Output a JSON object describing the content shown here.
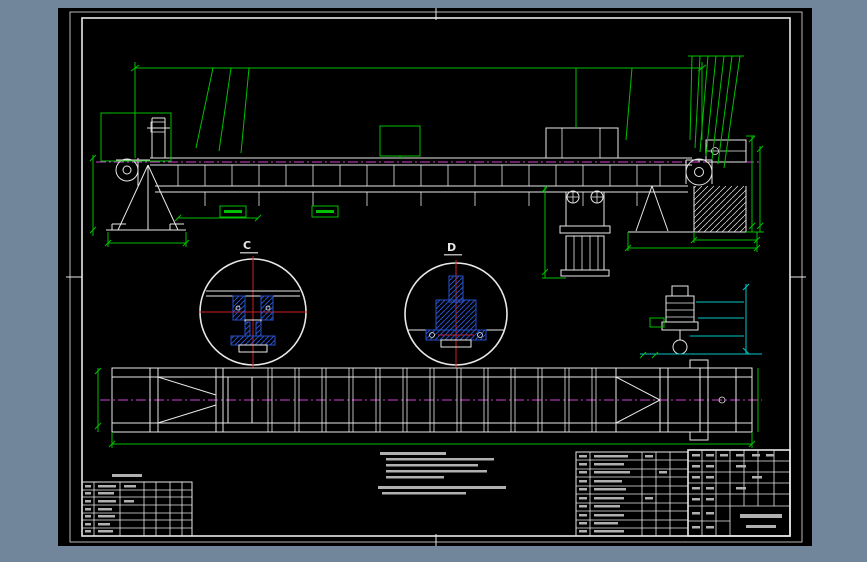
{
  "document": {
    "kind": "cad-assembly-drawing",
    "sheet_background": "#000000",
    "page_background": "#71859b"
  },
  "colors": {
    "page_bg": "#71859b",
    "sheet_bg": "#000000",
    "geometry": "#e8e8e8",
    "dimension": "#00c000",
    "centerline": "#d040d0",
    "auxiliary": "#00c8c8",
    "detail_hatch": "#2850c8",
    "centermark": "#d02020",
    "text_sim": "#b0b0b0"
  },
  "views": {
    "detail_c": {
      "label": "C"
    },
    "detail_d": {
      "label": "D"
    }
  }
}
